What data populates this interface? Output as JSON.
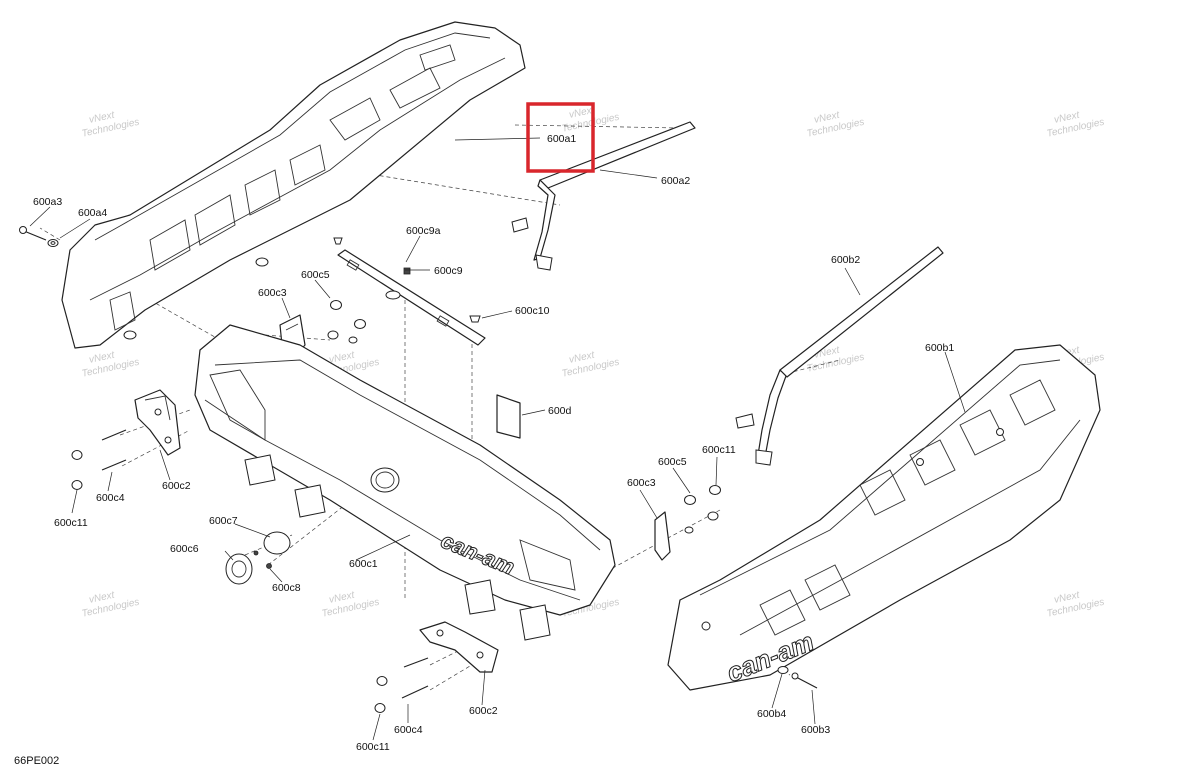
{
  "diagram_ref": "66PE002",
  "highlight": {
    "target": "600a1",
    "color": "#d9262c"
  },
  "watermark": {
    "line1": "vNext",
    "line2": "Technologies"
  },
  "brand_text": "can-am",
  "labels": {
    "600a1": "600a1",
    "600a2": "600a2",
    "600a3": "600a3",
    "600a4": "600a4",
    "600b1": "600b1",
    "600b2": "600b2",
    "600b3": "600b3",
    "600b4": "600b4",
    "600c1": "600c1",
    "600c2_left": "600c2",
    "600c2_bottom": "600c2",
    "600c3_left": "600c3",
    "600c3_right": "600c3",
    "600c4_left": "600c4",
    "600c4_bottom": "600c4",
    "600c5_left": "600c5",
    "600c5_right": "600c5",
    "600c6": "600c6",
    "600c7": "600c7",
    "600c8": "600c8",
    "600c9": "600c9",
    "600c9a": "600c9a",
    "600c10": "600c10",
    "600c11_left": "600c11",
    "600c11_bottom": "600c11",
    "600c11_right": "600c11",
    "600d": "600d"
  }
}
